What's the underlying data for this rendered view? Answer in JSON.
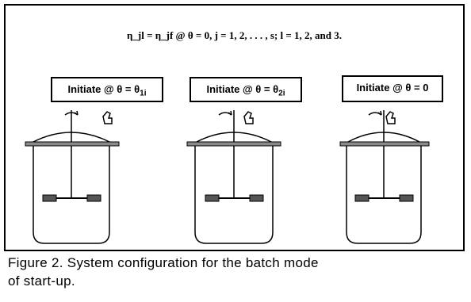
{
  "equation": "η_jl = η_jf @ θ = 0,  j = 1, 2, . . . , s;  l = 1, 2, and 3.",
  "reactors": [
    {
      "label": "Initiate @ θ = θ",
      "subscript": "1i"
    },
    {
      "label": "Initiate @ θ = θ",
      "subscript": "2i"
    },
    {
      "label": "Initiate @ θ = 0",
      "subscript": ""
    }
  ],
  "caption": {
    "line1": "Figure 2. System configuration for the batch mode",
    "line2": "of start-up."
  }
}
